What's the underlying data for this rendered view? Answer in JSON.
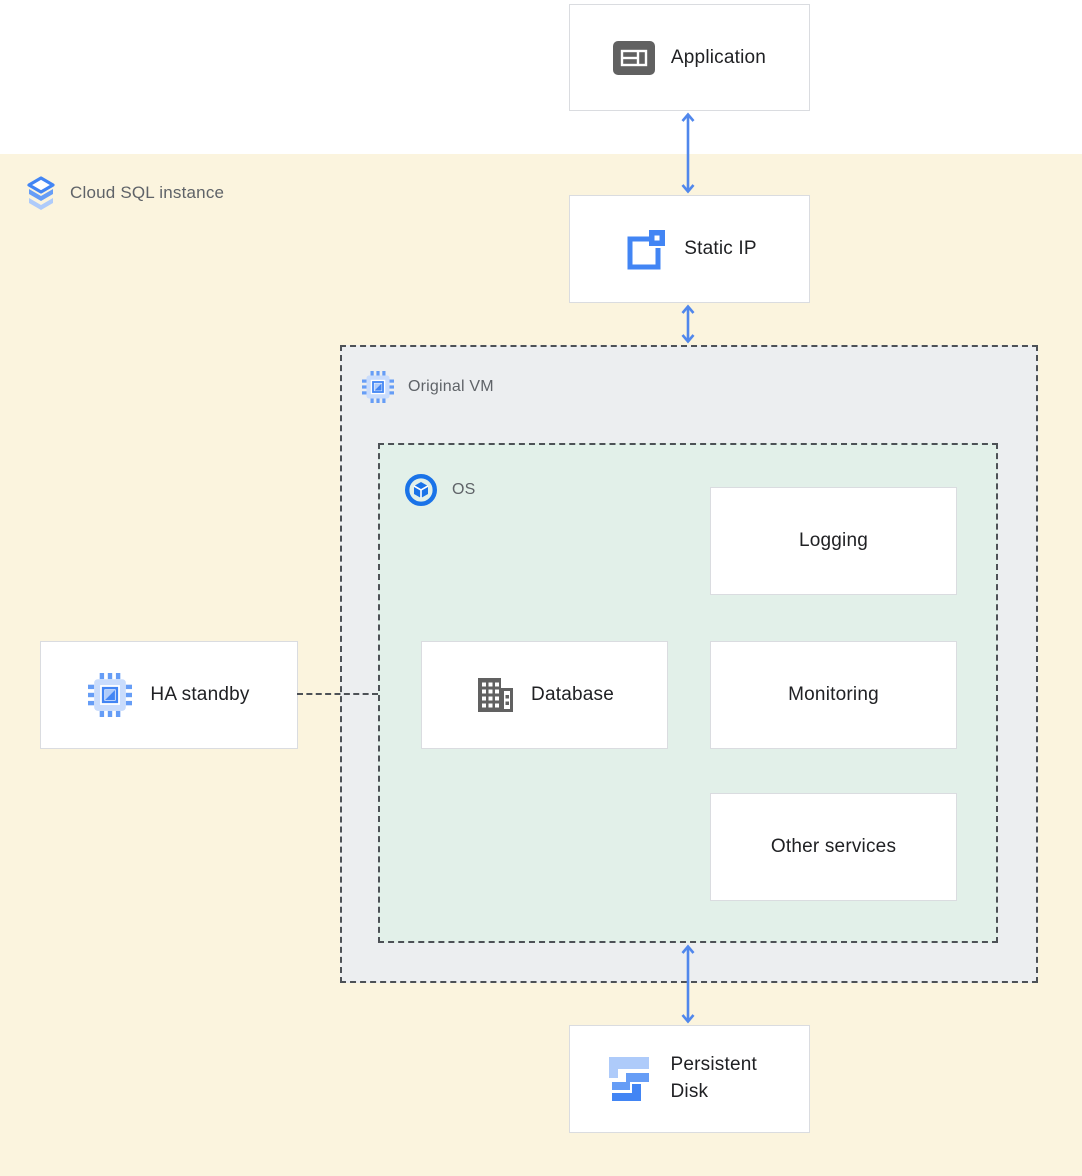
{
  "diagram": {
    "group_label": "Cloud SQL instance",
    "containers": {
      "original_vm": "Original VM",
      "os": "OS"
    },
    "nodes": {
      "application": {
        "label": "Application"
      },
      "static_ip": {
        "label": "Static IP"
      },
      "ha_standby": {
        "label": "HA standby"
      },
      "database": {
        "label": "Database"
      },
      "logging": {
        "label": "Logging"
      },
      "monitoring": {
        "label": "Monitoring"
      },
      "other_services": {
        "label": "Other services"
      },
      "persistent_disk": {
        "label": "Persistent Disk"
      }
    },
    "icons": [
      "cloud-sql-icon",
      "application-icon",
      "static-ip-icon",
      "compute-engine-icon",
      "os-icon",
      "database-icon",
      "persistent-disk-icon",
      "double-arrow-icon"
    ],
    "colors": {
      "background_top": "#FFFFFF",
      "background_main": "#FBF4DE",
      "vm_container_bg": "#ECEEF0",
      "os_container_bg": "#E2F0E9",
      "node_border": "#DADCE0",
      "dashed_border": "#4D5156",
      "arrow_blue": "#5087EC",
      "label_gray": "#5F6368",
      "text_dark": "#202124",
      "icon_gray": "#616161",
      "google_blue": "#4285F4",
      "blue_medium": "#669DF6",
      "blue_light": "#AECBFA"
    }
  }
}
